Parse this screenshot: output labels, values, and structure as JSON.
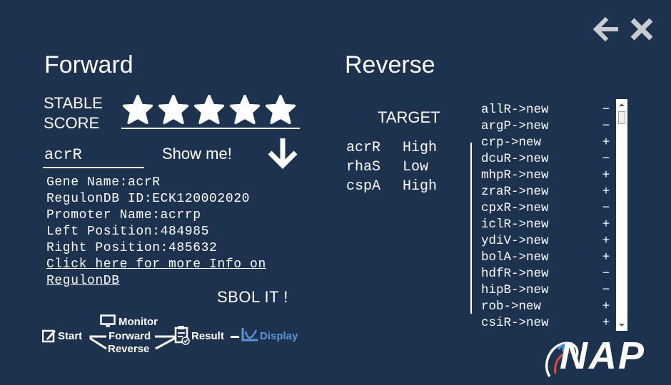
{
  "forward": {
    "title": "Forward",
    "stable_score_line1": "STABLE",
    "stable_score_line2": "SCORE",
    "score_stars": 5,
    "gene_input_value": "acrR",
    "show_me_label": "Show me!",
    "info": {
      "gene_name": "Gene Name:acrR",
      "regulondb_id": "RegulonDB ID:ECK120002020",
      "promoter_name": "Promoter Name:acrrp",
      "left_position": "Left Position:484985",
      "right_position": "Right Position:485632",
      "link_line1": "Click here for more Info on",
      "link_line2": "RegulonDB"
    },
    "sbol_label": "SBOL IT !"
  },
  "steps": {
    "start": "Start",
    "monitor": "Monitor",
    "forward": "Forward",
    "reverse": "Reverse",
    "result": "Result",
    "display": "Display"
  },
  "reverse": {
    "title": "Reverse",
    "target_label": "TARGET",
    "targets": [
      {
        "gene": "acrR",
        "level": "High"
      },
      {
        "gene": "rhaS",
        "level": "Low"
      },
      {
        "gene": "cspA",
        "level": "High"
      }
    ],
    "regulations": [
      {
        "name": "allR->new",
        "sign": "−"
      },
      {
        "name": "argP->new",
        "sign": "−"
      },
      {
        "name": "crp->new",
        "sign": "+"
      },
      {
        "name": "dcuR->new",
        "sign": "−"
      },
      {
        "name": "mhpR->new",
        "sign": "+"
      },
      {
        "name": "zraR->new",
        "sign": "+"
      },
      {
        "name": "cpxR->new",
        "sign": "−"
      },
      {
        "name": "iclR->new",
        "sign": "+"
      },
      {
        "name": "ydiV->new",
        "sign": "+"
      },
      {
        "name": "bolA->new",
        "sign": "+"
      },
      {
        "name": "hdfR->new",
        "sign": "−"
      },
      {
        "name": "hipB->new",
        "sign": "−"
      },
      {
        "name": "rob->new",
        "sign": "+"
      },
      {
        "name": "csiR->new",
        "sign": "+"
      }
    ]
  },
  "logo_text": "NAP",
  "colors": {
    "background": "#1c324e",
    "text": "#ffffff",
    "active_step": "#5b97d6",
    "nav_icons": "#c9ccd1"
  },
  "icons": [
    "back-arrow-icon",
    "close-icon",
    "down-arrow-icon",
    "star-icon",
    "edit-icon",
    "monitor-icon",
    "clipboard-check-icon",
    "chart-icon"
  ]
}
